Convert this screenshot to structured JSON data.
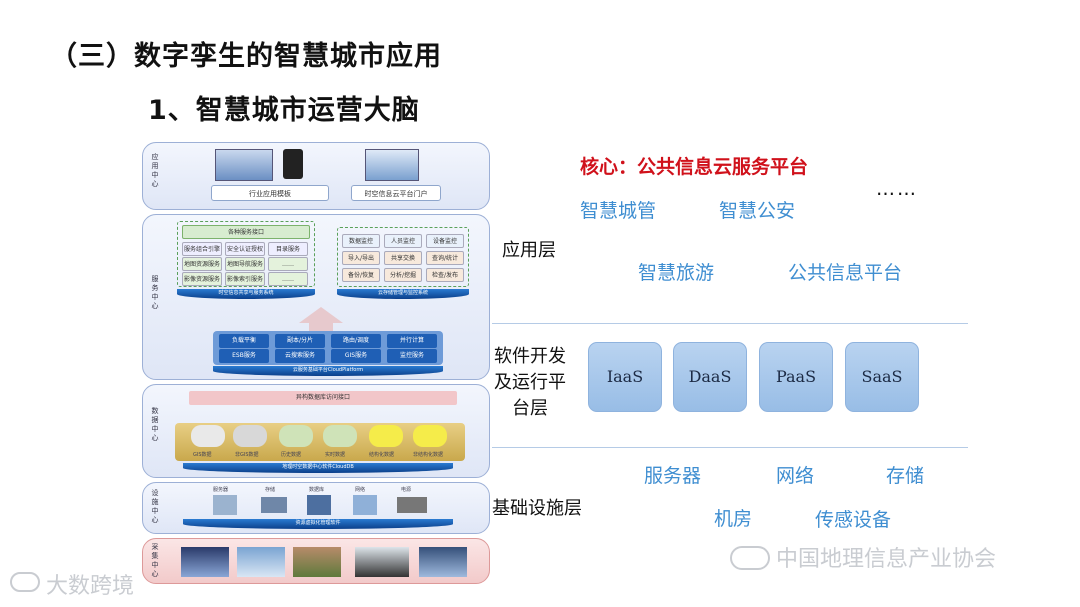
{
  "title": "（三）数字孪生的智慧城市应用",
  "subtitle": "1、智慧城市运营大脑",
  "diagram": {
    "app_center": "应用中心",
    "app_template": "行业应用模板",
    "portal": "时空信息云平台门户",
    "service_center": "服务中心",
    "service_api": "各种服务接口",
    "svc_items": [
      "服务组合引擎",
      "安全认证授权",
      "目录服务",
      "地图资源服务",
      "地图导航服务",
      "……",
      "影像资源服务",
      "影像索引服务",
      "……"
    ],
    "mon_items": [
      "数据监控",
      "人员监控",
      "设备监控",
      "导入/导出",
      "共享交换",
      "查询/统计",
      "备份/恢复",
      "分析/挖掘",
      "检查/发布"
    ],
    "arc_left": "时空信息共享与服务系统",
    "arc_right": "云存储管理与监控系统",
    "platform_items": [
      "负载平衡",
      "副本/分片",
      "路由/调度",
      "并行计算",
      "ESB服务",
      "云搜索服务",
      "GIS服务",
      "监控服务"
    ],
    "arc_platform": "云服务基础平台CloudPlatform",
    "data_center": "数据中心",
    "db_access": "异构数据库访问接口",
    "db_items": [
      "GIS数据",
      "非GIS数据",
      "历史数据",
      "实时数据",
      "结构化数据",
      "非结构化数据"
    ],
    "arc_data": "地理时空数据中心软件CloudDB",
    "infra_center": "设施中心",
    "infra_items": [
      "服务器",
      "存储",
      "数据库",
      "网络",
      "电源"
    ],
    "arc_infra": "资源虚拟化管理软件",
    "collect_center": "采集中心"
  },
  "right": {
    "core": "核心：公共信息云服务平台",
    "dots": "……",
    "app_layer": "应用层",
    "apps": [
      "智慧城管",
      "智慧公安",
      "智慧旅游",
      "公共信息平台"
    ],
    "software_layer": [
      "软件开发",
      "及运行平",
      "台层"
    ],
    "clouds": [
      "IaaS",
      "DaaS",
      "PaaS",
      "SaaS"
    ],
    "infra_layer": "基础设施层",
    "infra": [
      "服务器",
      "网络",
      "存储",
      "机房",
      "传感设备"
    ]
  },
  "watermarks": {
    "left": "大数跨境",
    "right": "中国地理信息产业协会"
  },
  "colors": {
    "core_red": "#d0111b",
    "app_blue": "#3f8ed1",
    "cloud_fill": "#a9c8ec"
  }
}
